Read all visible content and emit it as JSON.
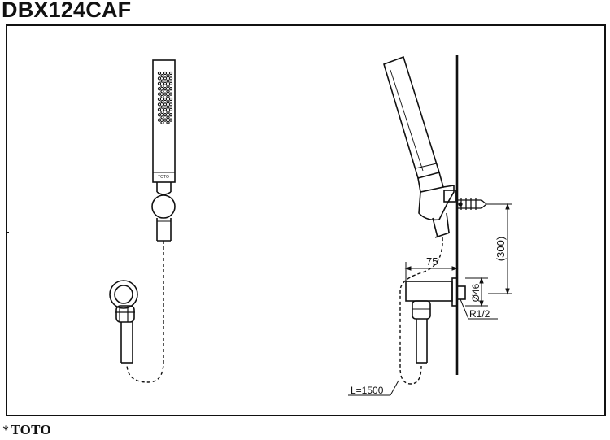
{
  "header": {
    "model": "DBX124CAF"
  },
  "dimensions": {
    "projection": "75",
    "outlet_diameter": "Ø46",
    "mount_height": "(300)",
    "thread": "R1/2",
    "hose_length": "L=1500"
  },
  "footer": {
    "star": "*",
    "brand": "TOTO"
  },
  "head_logo": "TOTO"
}
